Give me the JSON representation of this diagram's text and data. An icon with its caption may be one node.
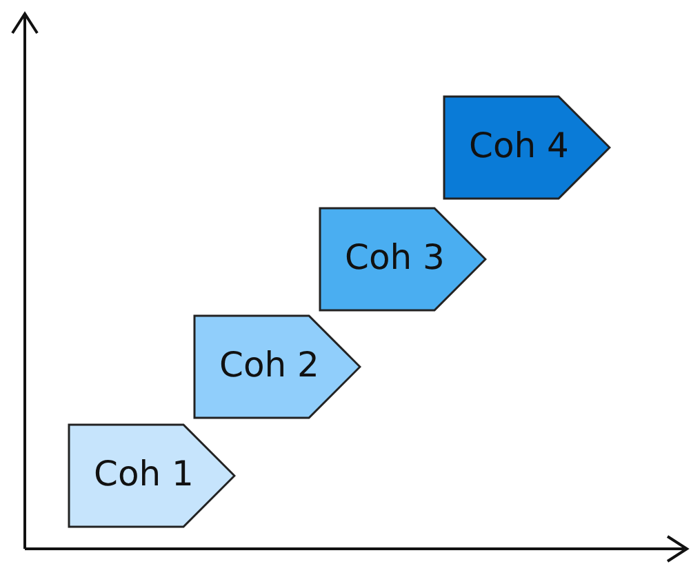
{
  "diagram": {
    "nodes": [
      {
        "text": [
          "Coh 1"
        ]
      },
      {
        "text": [
          "Coh 2"
        ]
      },
      {
        "text": [
          "Coh 3"
        ]
      },
      {
        "text": [
          "Coh 4"
        ]
      }
    ]
  }
}
